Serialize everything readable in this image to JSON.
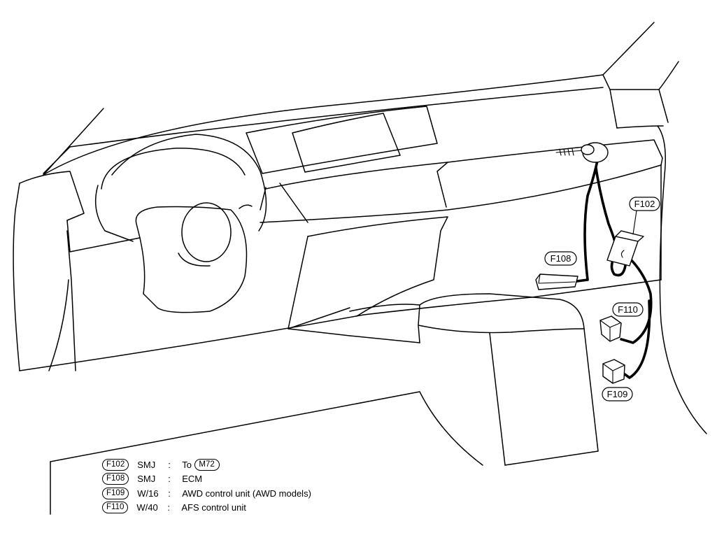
{
  "callouts": [
    {
      "id": "f102",
      "label": "F102"
    },
    {
      "id": "f108",
      "label": "F108"
    },
    {
      "id": "f110",
      "label": "F110"
    },
    {
      "id": "f109",
      "label": "F109"
    }
  ],
  "legend": [
    {
      "connector": "F102",
      "harness": "SMJ",
      "sep": ":",
      "prefix": "To",
      "target": "M72",
      "description": ""
    },
    {
      "connector": "F108",
      "harness": "SMJ",
      "sep": ":",
      "prefix": "",
      "target": "",
      "description": "ECM"
    },
    {
      "connector": "F109",
      "harness": "W/16",
      "sep": ":",
      "prefix": "",
      "target": "",
      "description": "AWD control unit (AWD models)"
    },
    {
      "connector": "F110",
      "harness": "W/40",
      "sep": ":",
      "prefix": "",
      "target": "",
      "description": "AFS control unit"
    }
  ]
}
